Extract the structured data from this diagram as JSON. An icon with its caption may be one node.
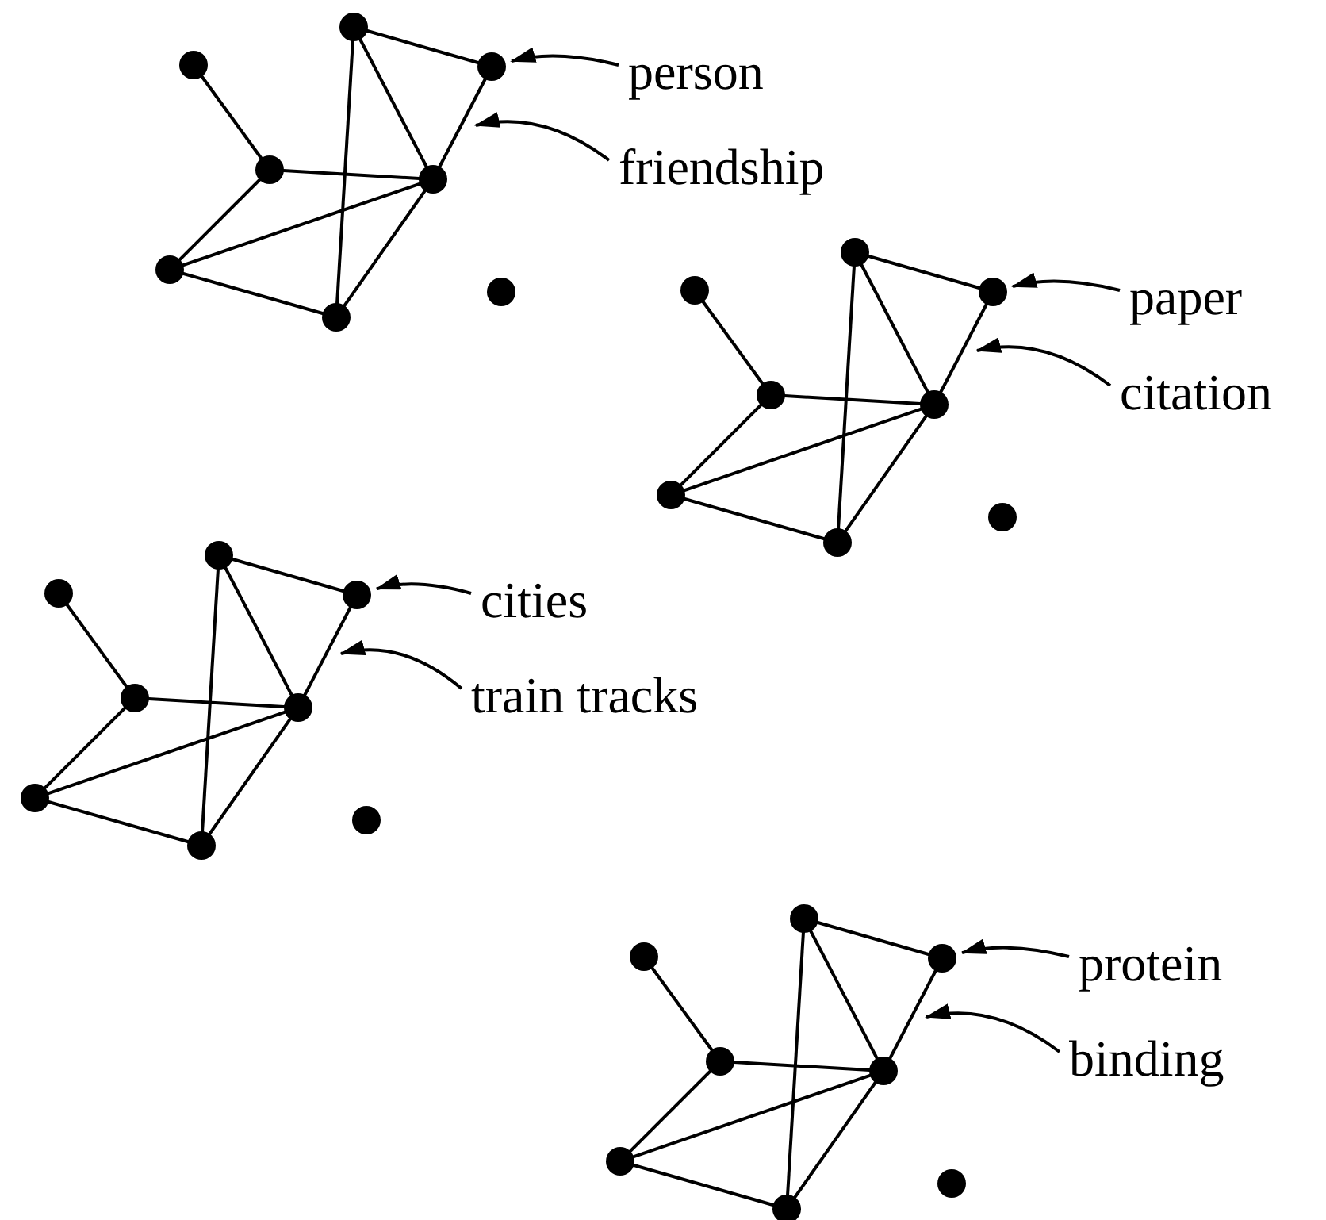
{
  "diagram": {
    "nodes": [
      {
        "text": [],
        "shape": "circle"
      },
      {
        "text": [],
        "shape": "circle"
      },
      {
        "text": [],
        "shape": "circle"
      },
      {
        "text": [
          "person"
        ]
      },
      {
        "text": [
          "friendship"
        ]
      },
      {
        "text": [],
        "shape": "circle"
      },
      {
        "text": [],
        "shape": "circle"
      },
      {
        "text": [],
        "shape": "circle"
      },
      {
        "text": [],
        "shape": "circle"
      },
      {
        "text": [],
        "shape": "circle"
      },
      {
        "text": [],
        "shape": "circle"
      },
      {
        "text": [],
        "shape": "circle"
      },
      {
        "text": [],
        "shape": "circle"
      },
      {
        "text": [
          "paper"
        ]
      },
      {
        "text": [
          "citation"
        ]
      },
      {
        "text": [],
        "shape": "circle"
      },
      {
        "text": [],
        "shape": "circle"
      },
      {
        "text": [],
        "shape": "circle"
      },
      {
        "text": [],
        "shape": "circle"
      },
      {
        "text": [],
        "shape": "circle"
      },
      {
        "text": [],
        "shape": "circle"
      },
      {
        "text": [],
        "shape": "circle"
      },
      {
        "text": [],
        "shape": "circle"
      },
      {
        "text": [
          "cities"
        ]
      },
      {
        "text": [
          "train tracks"
        ]
      },
      {
        "text": [],
        "shape": "circle"
      },
      {
        "text": [],
        "shape": "circle"
      },
      {
        "text": [],
        "shape": "circle"
      },
      {
        "text": [],
        "shape": "circle"
      },
      {
        "text": [],
        "shape": "circle"
      },
      {
        "text": [],
        "shape": "circle"
      },
      {
        "text": [],
        "shape": "circle"
      },
      {
        "text": [],
        "shape": "circle"
      },
      {
        "text": [
          "protein"
        ]
      },
      {
        "text": [
          "binding"
        ]
      },
      {
        "text": [],
        "shape": "circle"
      },
      {
        "text": [],
        "shape": "circle"
      },
      {
        "text": [],
        "shape": "circle"
      },
      {
        "text": [],
        "shape": "circle"
      },
      {
        "text": [],
        "shape": "circle"
      }
    ],
    "edges": [
      {
        "from": 1,
        "to": 5,
        "arrow": "none"
      },
      {
        "from": 0,
        "to": 2,
        "arrow": "none"
      },
      {
        "from": 0,
        "to": 6,
        "arrow": "none"
      },
      {
        "from": 0,
        "to": 9,
        "arrow": "none"
      },
      {
        "from": 2,
        "to": 6,
        "arrow": "none"
      },
      {
        "from": 5,
        "to": 6,
        "arrow": "none"
      },
      {
        "from": 5,
        "to": 7,
        "arrow": "none"
      },
      {
        "from": 7,
        "to": 6,
        "arrow": "none"
      },
      {
        "from": 7,
        "to": 9,
        "arrow": "none"
      },
      {
        "from": 9,
        "to": 6,
        "arrow": "none"
      },
      {
        "from": 3,
        "to": 2,
        "arrow": "to"
      },
      {
        "from": 4,
        "to": null,
        "arrow": "to"
      },
      {
        "from": 11,
        "to": 15,
        "arrow": "none"
      },
      {
        "from": 10,
        "to": 12,
        "arrow": "none"
      },
      {
        "from": 10,
        "to": 16,
        "arrow": "none"
      },
      {
        "from": 10,
        "to": 19,
        "arrow": "none"
      },
      {
        "from": 12,
        "to": 16,
        "arrow": "none"
      },
      {
        "from": 15,
        "to": 16,
        "arrow": "none"
      },
      {
        "from": 15,
        "to": 17,
        "arrow": "none"
      },
      {
        "from": 17,
        "to": 16,
        "arrow": "none"
      },
      {
        "from": 17,
        "to": 19,
        "arrow": "none"
      },
      {
        "from": 19,
        "to": 16,
        "arrow": "none"
      },
      {
        "from": 13,
        "to": 12,
        "arrow": "to"
      },
      {
        "from": 14,
        "to": null,
        "arrow": "to"
      },
      {
        "from": 21,
        "to": 25,
        "arrow": "none"
      },
      {
        "from": 20,
        "to": 22,
        "arrow": "none"
      },
      {
        "from": 20,
        "to": 26,
        "arrow": "none"
      },
      {
        "from": 20,
        "to": 29,
        "arrow": "none"
      },
      {
        "from": 22,
        "to": 26,
        "arrow": "none"
      },
      {
        "from": 25,
        "to": 26,
        "arrow": "none"
      },
      {
        "from": 25,
        "to": 27,
        "arrow": "none"
      },
      {
        "from": 27,
        "to": 26,
        "arrow": "none"
      },
      {
        "from": 27,
        "to": 29,
        "arrow": "none"
      },
      {
        "from": 29,
        "to": 26,
        "arrow": "none"
      },
      {
        "from": 23,
        "to": 22,
        "arrow": "to"
      },
      {
        "from": 24,
        "to": null,
        "arrow": "to"
      },
      {
        "from": 31,
        "to": 35,
        "arrow": "none"
      },
      {
        "from": 30,
        "to": 32,
        "arrow": "none"
      },
      {
        "from": 30,
        "to": 36,
        "arrow": "none"
      },
      {
        "from": 30,
        "to": 39,
        "arrow": "none"
      },
      {
        "from": 32,
        "to": 36,
        "arrow": "none"
      },
      {
        "from": 35,
        "to": 36,
        "arrow": "none"
      },
      {
        "from": 35,
        "to": 37,
        "arrow": "none"
      },
      {
        "from": 37,
        "to": 36,
        "arrow": "none"
      },
      {
        "from": 37,
        "to": 39,
        "arrow": "none"
      },
      {
        "from": 39,
        "to": 36,
        "arrow": "none"
      },
      {
        "from": 33,
        "to": 32,
        "arrow": "to"
      },
      {
        "from": 34,
        "to": null,
        "arrow": "to"
      }
    ]
  }
}
